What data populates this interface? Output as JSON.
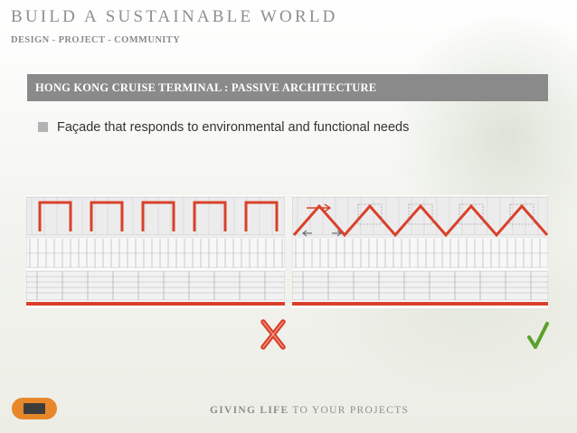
{
  "header": {
    "title": "BUILD A SUSTAINABLE WORLD",
    "subtitle": "DESIGN - PROJECT - COMMUNITY"
  },
  "section": {
    "title": "HONG KONG CRUISE TERMINAL : PASSIVE ARCHITECTURE"
  },
  "bullet": {
    "text": "Façade that responds to environmental and functional needs"
  },
  "figures": [
    {
      "pattern": "rectangular-frames",
      "verdict": "rejected"
    },
    {
      "pattern": "triangular-frames",
      "verdict": "approved"
    }
  ],
  "colors": {
    "accent_red": "#d9402a",
    "bar_grey": "#8a8a8a",
    "check_green": "#5aa12a",
    "logo_orange": "#e8872a"
  },
  "icons": {
    "bullet": "grey-square-bullet",
    "reject": "red-x-mark",
    "approve": "green-check-mark"
  },
  "footer": {
    "bold": "GIVING LIFE",
    "rest": " TO YOUR PROJECTS"
  }
}
